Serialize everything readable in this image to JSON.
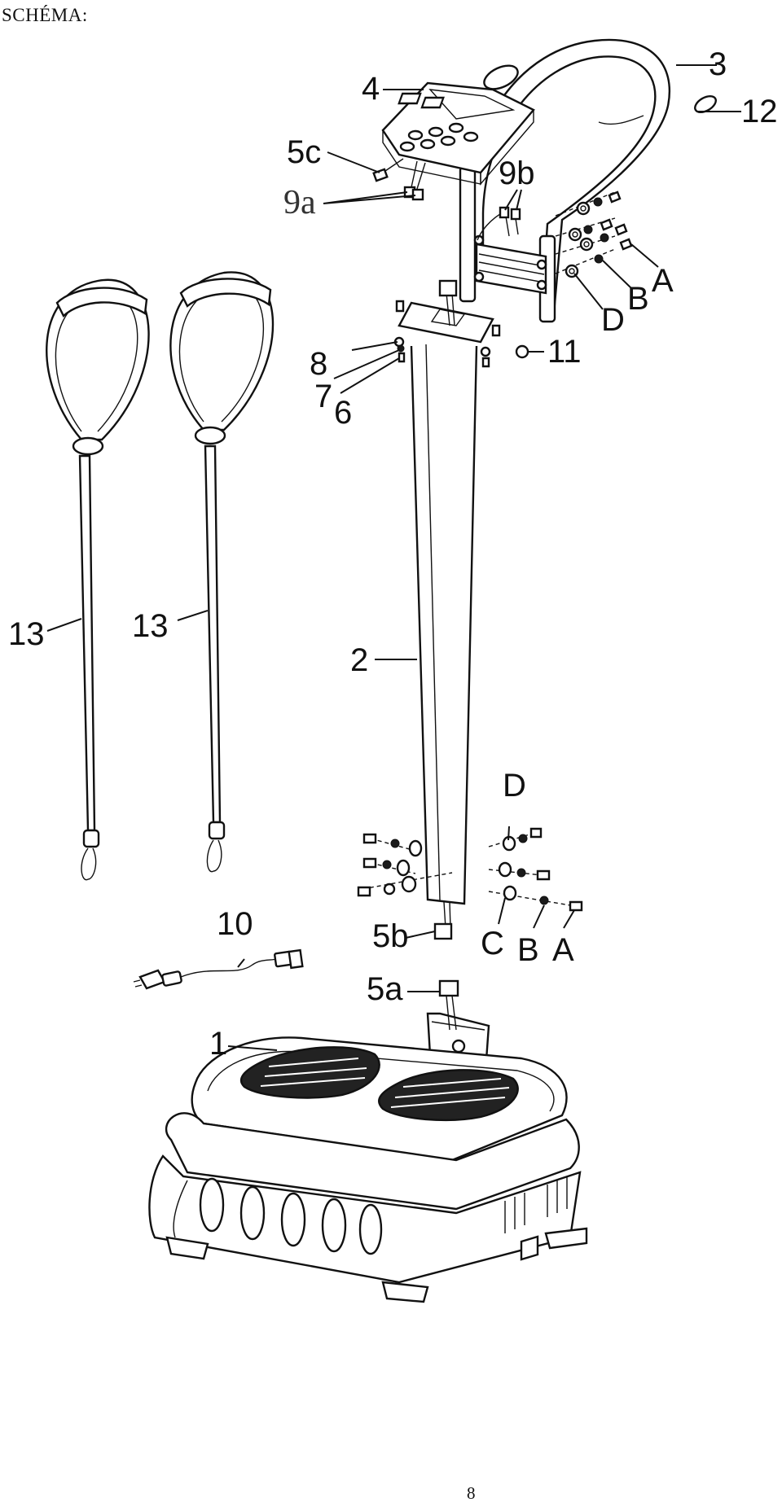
{
  "heading": "SCHÉMA:",
  "page_number": "8",
  "labels": {
    "l1": "1",
    "l2": "2",
    "l3": "3",
    "l4": "4",
    "l5a": "5a",
    "l5b": "5b",
    "l5c": "5c",
    "l6": "6",
    "l7": "7",
    "l8": "8",
    "l9a": "9a",
    "l9b": "9b",
    "l10": "10",
    "l11": "11",
    "l12": "12",
    "l13a": "13",
    "l13b": "13",
    "top_a": "A",
    "top_b": "B",
    "top_d": "D",
    "bot_d": "D",
    "bot_c": "C",
    "bot_b": "B",
    "bot_a": "A"
  }
}
